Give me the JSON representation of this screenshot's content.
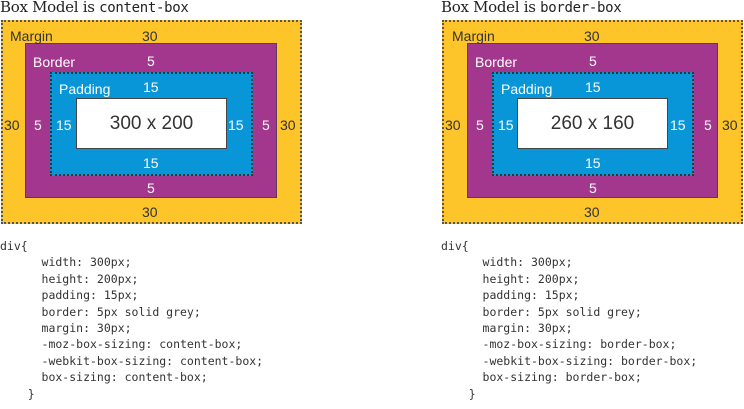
{
  "panels": [
    {
      "title_prefix": "Box Model is ",
      "title_mode": "content-box",
      "labels": {
        "margin": "Margin",
        "border": "Border",
        "padding": "Padding"
      },
      "values": {
        "margin": "30",
        "border": "5",
        "padding": "15",
        "content": "300 x 200"
      },
      "code": [
        "div{",
        "      width: 300px;",
        "      height: 200px;",
        "      padding: 15px;",
        "      border: 5px solid grey;",
        "      margin: 30px;",
        "      -moz-box-sizing: content-box;",
        "      -webkit-box-sizing: content-box;",
        "      box-sizing: content-box;",
        "    }"
      ]
    },
    {
      "title_prefix": "Box Model is ",
      "title_mode": "border-box",
      "labels": {
        "margin": "Margin",
        "border": "Border",
        "padding": "Padding"
      },
      "values": {
        "margin": "30",
        "border": "5",
        "padding": "15",
        "content": "260 x 160"
      },
      "code": [
        "div{",
        "      width: 300px;",
        "      height: 200px;",
        "      padding: 15px;",
        "      border: 5px solid grey;",
        "      margin: 30px;",
        "      -moz-box-sizing: border-box;",
        "      -webkit-box-sizing: border-box;",
        "      box-sizing: border-box;",
        "    }"
      ]
    }
  ],
  "colors": {
    "margin": "#fdc52a",
    "border": "#a3368d",
    "padding": "#0996d8",
    "content": "#ffffff"
  }
}
